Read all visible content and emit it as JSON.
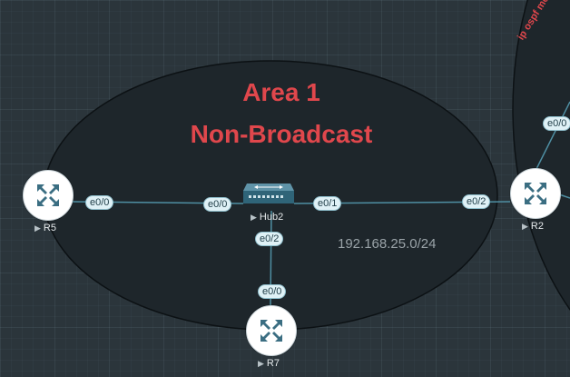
{
  "area": {
    "name": "Area 1",
    "type": "Non-Broadcast"
  },
  "subnet": "192.168.25.0/24",
  "side_area_label": "ip ospf messag",
  "colors": {
    "area_title": "#e0474c",
    "link": "#4f8fa3",
    "interface_bg": "#dff1f6"
  },
  "nodes": {
    "r5": {
      "label": "R5",
      "icon": "router-icon"
    },
    "hub2": {
      "label": "Hub2",
      "icon": "hub-icon"
    },
    "r2": {
      "label": "R2",
      "icon": "router-icon"
    },
    "r7": {
      "label": "R7",
      "icon": "router-icon"
    }
  },
  "interfaces": {
    "r5_e00": "e0/0",
    "hub_e00": "e0/0",
    "hub_e01": "e0/1",
    "hub_e02": "e0/2",
    "r2_e02": "e0/2",
    "r2_e00": "e0/0",
    "r7_e00": "e0/0"
  }
}
